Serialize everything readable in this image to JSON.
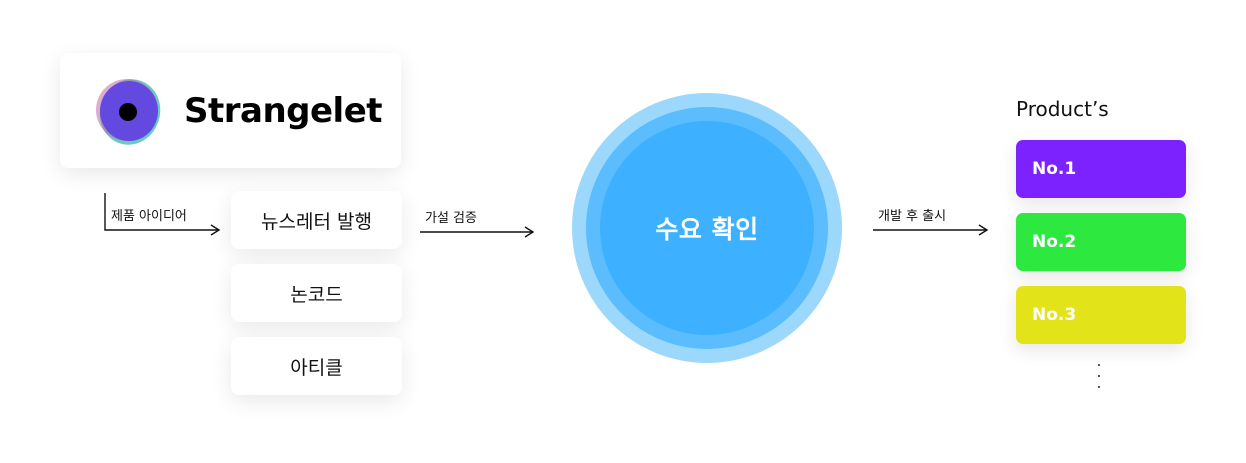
{
  "brand": {
    "name": "Strangelet",
    "logo_icon": "strangelet-logo-icon",
    "colors": {
      "outer": "#5a3ce8",
      "teal": "#39b8b0",
      "pink": "#c06aa8",
      "core": "#000000"
    }
  },
  "arrows": {
    "idea_label": "제품 아이디어",
    "hypothesis_label": "가설 검증",
    "release_label": "개발 후 출시"
  },
  "channels": [
    {
      "label": "뉴스레터 발행"
    },
    {
      "label": "논코드"
    },
    {
      "label": "아티클"
    }
  ],
  "center": {
    "label": "수요 확인",
    "colors": {
      "outer": "#9cd7fc",
      "mid": "#5bbdfd",
      "inner": "#3db1ff"
    }
  },
  "products": {
    "title": "Product’s",
    "items": [
      {
        "label": "No.1",
        "color": "#7b22ff"
      },
      {
        "label": "No.2",
        "color": "#2ce83f"
      },
      {
        "label": "No.3",
        "color": "#e3e31a"
      }
    ],
    "more_icon": "vertical-ellipsis-icon"
  }
}
